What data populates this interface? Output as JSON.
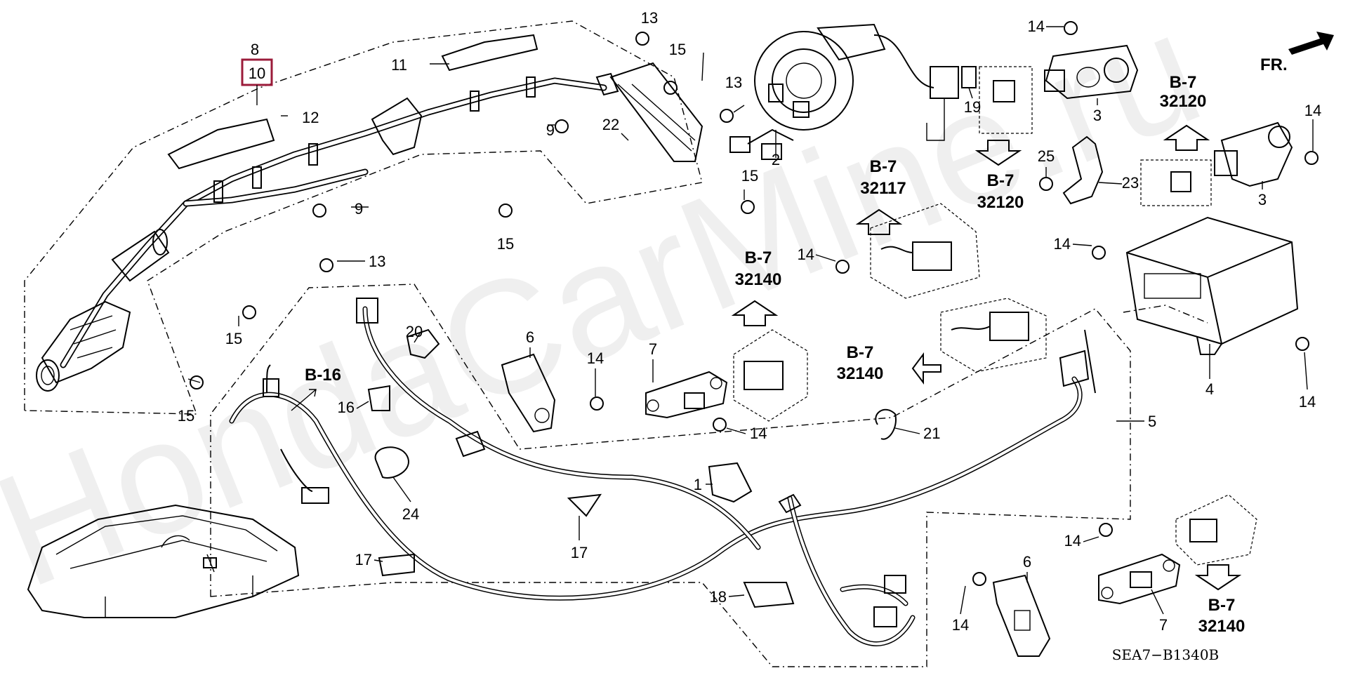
{
  "watermark": "HondaCarMine.ru",
  "direction_label": "FR.",
  "diagram_code": "SEA7−B1340B",
  "callouts": {
    "c1": "1",
    "c2": "2",
    "c3a": "3",
    "c3b": "3",
    "c4": "4",
    "c5": "5",
    "c6a": "6",
    "c6b": "6",
    "c7a": "7",
    "c7b": "7",
    "c8": "8",
    "c9a": "9",
    "c9b": "9",
    "c10": "10",
    "c11": "11",
    "c12": "12",
    "c13a": "13",
    "c13b": "13",
    "c13c": "13",
    "c14a": "14",
    "c14b": "14",
    "c14c": "14",
    "c14d": "14",
    "c14e": "14",
    "c14f": "14",
    "c14g": "14",
    "c14h": "14",
    "c14i": "14",
    "c15a": "15",
    "c15b": "15",
    "c15c": "15",
    "c15d": "15",
    "c15e": "15",
    "c16": "16",
    "c17a": "17",
    "c17b": "17",
    "c18": "18",
    "c19": "19",
    "c20": "20",
    "c21": "21",
    "c22": "22",
    "c23": "23",
    "c24": "24",
    "c25": "25"
  },
  "refs": {
    "r1": {
      "group": "B-7",
      "code": "32120"
    },
    "r2": {
      "group": "B-7",
      "code": "32117"
    },
    "r3": {
      "group": "B-7",
      "code": "32120"
    },
    "r4": {
      "group": "B-7",
      "code": "32140"
    },
    "r5": {
      "group": "B-7",
      "code": "32140"
    },
    "r6": {
      "group": "B-7",
      "code": "32140"
    },
    "r7": {
      "group": "B-16"
    }
  },
  "colors": {
    "line": "#000000",
    "highlight": "#9b1b3a",
    "background": "#ffffff"
  },
  "icons": [
    "arrow-icon",
    "bolt-icon",
    "connector-icon",
    "clip-icon",
    "car-icon"
  ]
}
